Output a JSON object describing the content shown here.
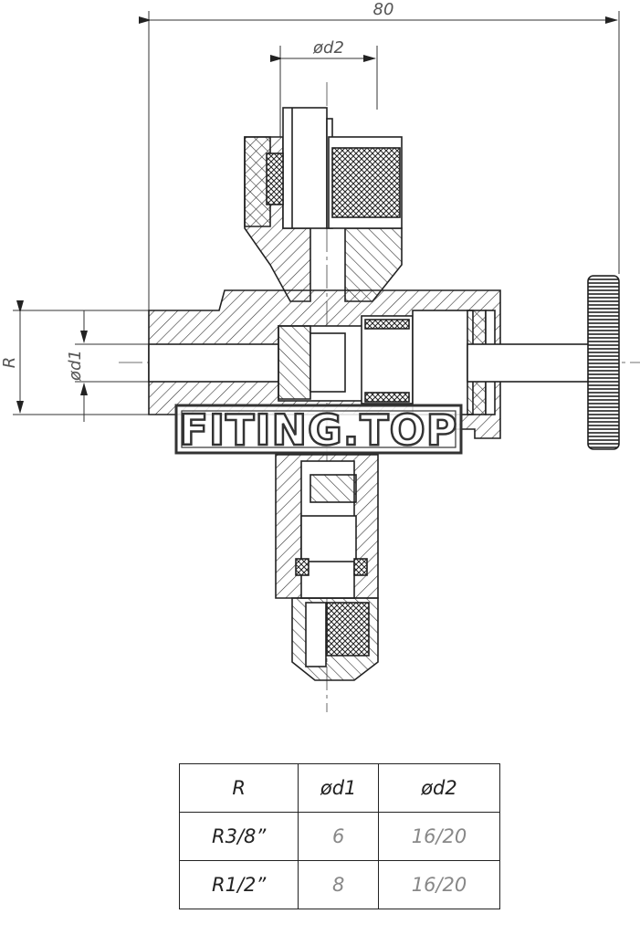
{
  "dimensions": {
    "overall_width": "80",
    "d2_label": "ød2",
    "d1_label": "ød1",
    "r_label": "R"
  },
  "watermark": "FITING.TOP",
  "table": {
    "headers": [
      "R",
      "ød1",
      "ød2"
    ],
    "rows": [
      [
        "R3/8”",
        "6",
        "16/20"
      ],
      [
        "R1/2”",
        "8",
        "16/20"
      ]
    ]
  },
  "colors": {
    "line": "#222222",
    "dim": "#555555",
    "table_values": "#888888"
  }
}
